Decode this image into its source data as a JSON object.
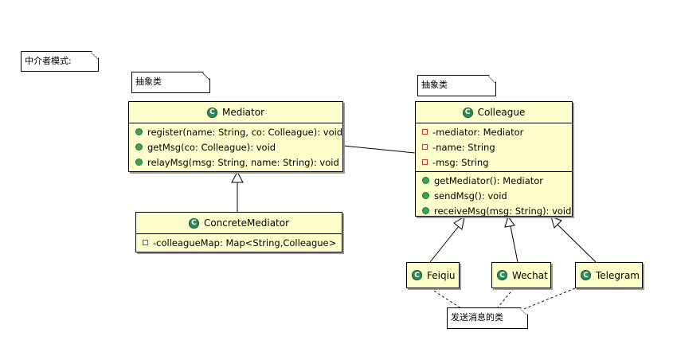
{
  "notes": {
    "pattern": "中介者模式:",
    "abstract_left": "抽象类",
    "abstract_right": "抽象类",
    "send_classes": "发送消息的类"
  },
  "mediator": {
    "name": "Mediator",
    "methods": [
      "register(name: String, co: Colleague): void",
      "getMsg(co: Colleague): void",
      "relayMsg(msg: String, name: String): void"
    ]
  },
  "concrete_mediator": {
    "name": "ConcreteMediator",
    "fields": [
      "-colleagueMap: Map<String,Colleague>"
    ]
  },
  "colleague": {
    "name": "Colleague",
    "fields": [
      "-mediator: Mediator",
      "-name: String",
      "-msg: String"
    ],
    "methods": [
      "getMediator(): Mediator",
      "sendMsg(): void",
      "receiveMsg(msg: String): void"
    ]
  },
  "subclasses": {
    "feiqiu": "Feiqiu",
    "wechat": "Wechat",
    "telegram": "Telegram"
  },
  "icons": {
    "class_icon": "class-c-icon",
    "public_method": "public-method-icon",
    "private_field": "private-field-icon"
  },
  "colors": {
    "class_fill": "#ffffcc",
    "class_icon": "#2e8b57"
  }
}
